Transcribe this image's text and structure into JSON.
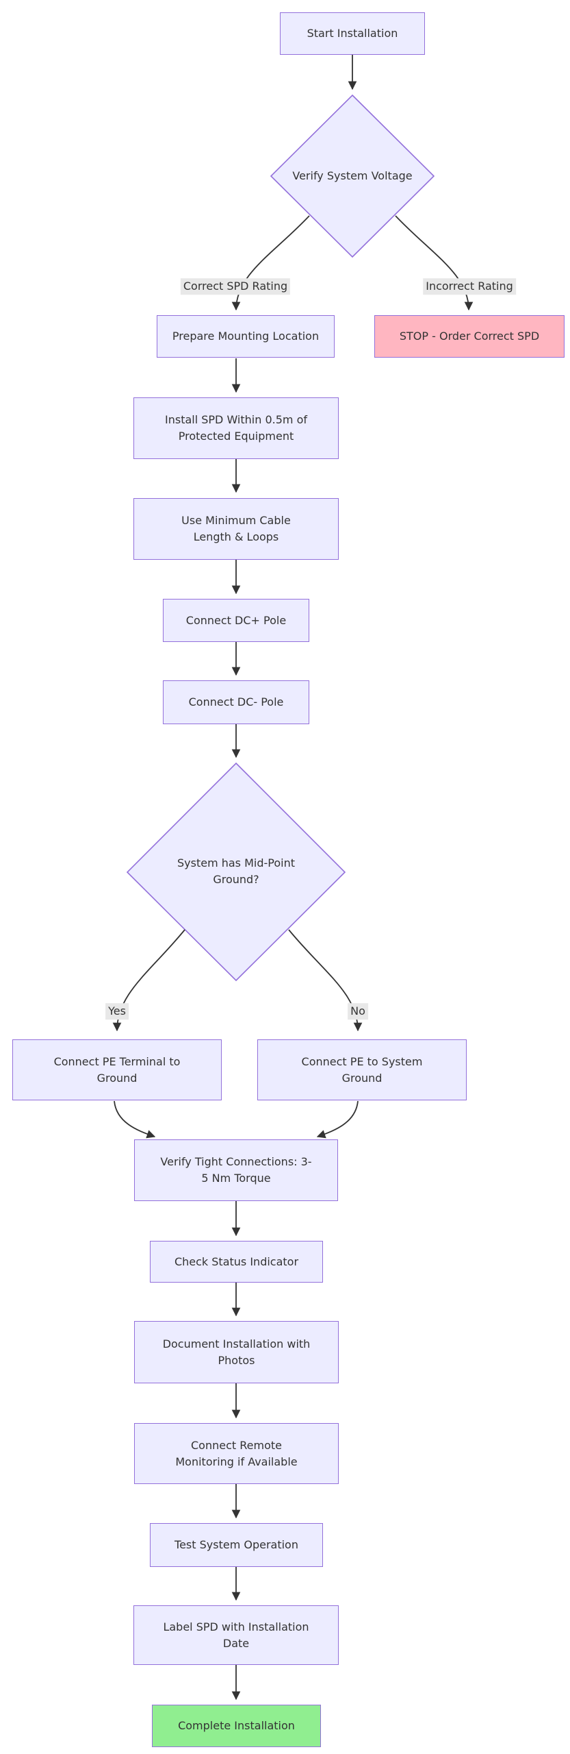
{
  "diagram_type": "flowchart",
  "colors": {
    "node_fill": "#ECECFF",
    "node_border": "#9370DB",
    "stop_fill": "#FFB6C1",
    "end_fill": "#90EE90",
    "edge": "#333333",
    "label_bg": "#e8e8e8",
    "text": "#333333",
    "background": "#ffffff"
  },
  "nodes": {
    "start": {
      "label": "Start Installation",
      "type": "process"
    },
    "verify_voltage": {
      "label": "Verify System Voltage",
      "type": "decision"
    },
    "prepare_mounting": {
      "label": "Prepare Mounting Location",
      "type": "process"
    },
    "stop_order": {
      "label": "STOP - Order Correct SPD",
      "type": "stop"
    },
    "install_within": {
      "label": "Install SPD Within 0.5m of Protected Equipment",
      "type": "process"
    },
    "min_cable": {
      "label": "Use Minimum Cable Length & Loops",
      "type": "process"
    },
    "dc_plus": {
      "label": "Connect DC+ Pole",
      "type": "process"
    },
    "dc_minus": {
      "label": "Connect DC- Pole",
      "type": "process"
    },
    "midpoint_ground": {
      "label": "System has Mid-Point Ground?",
      "type": "decision"
    },
    "pe_terminal": {
      "label": "Connect PE Terminal to Ground",
      "type": "process"
    },
    "pe_system": {
      "label": "Connect PE to System Ground",
      "type": "process"
    },
    "verify_torque": {
      "label": "Verify Tight Connections: 3-5 Nm Torque",
      "type": "process"
    },
    "check_status": {
      "label": "Check Status Indicator",
      "type": "process"
    },
    "document_photos": {
      "label": "Document Installation with Photos",
      "type": "process"
    },
    "remote_monitoring": {
      "label": "Connect Remote Monitoring if Available",
      "type": "process"
    },
    "test_operation": {
      "label": "Test System Operation",
      "type": "process"
    },
    "label_date": {
      "label": "Label SPD with Installation Date",
      "type": "process"
    },
    "complete": {
      "label": "Complete Installation",
      "type": "end"
    }
  },
  "edge_labels": {
    "correct": "Correct SPD Rating",
    "incorrect": "Incorrect Rating",
    "yes": "Yes",
    "no": "No"
  },
  "edges": [
    {
      "from": "start",
      "to": "verify_voltage"
    },
    {
      "from": "verify_voltage",
      "to": "prepare_mounting",
      "label": "Correct SPD Rating"
    },
    {
      "from": "verify_voltage",
      "to": "stop_order",
      "label": "Incorrect Rating"
    },
    {
      "from": "prepare_mounting",
      "to": "install_within"
    },
    {
      "from": "install_within",
      "to": "min_cable"
    },
    {
      "from": "min_cable",
      "to": "dc_plus"
    },
    {
      "from": "dc_plus",
      "to": "dc_minus"
    },
    {
      "from": "dc_minus",
      "to": "midpoint_ground"
    },
    {
      "from": "midpoint_ground",
      "to": "pe_terminal",
      "label": "Yes"
    },
    {
      "from": "midpoint_ground",
      "to": "pe_system",
      "label": "No"
    },
    {
      "from": "pe_terminal",
      "to": "verify_torque"
    },
    {
      "from": "pe_system",
      "to": "verify_torque"
    },
    {
      "from": "verify_torque",
      "to": "check_status"
    },
    {
      "from": "check_status",
      "to": "document_photos"
    },
    {
      "from": "document_photos",
      "to": "remote_monitoring"
    },
    {
      "from": "remote_monitoring",
      "to": "test_operation"
    },
    {
      "from": "test_operation",
      "to": "label_date"
    },
    {
      "from": "label_date",
      "to": "complete"
    }
  ]
}
